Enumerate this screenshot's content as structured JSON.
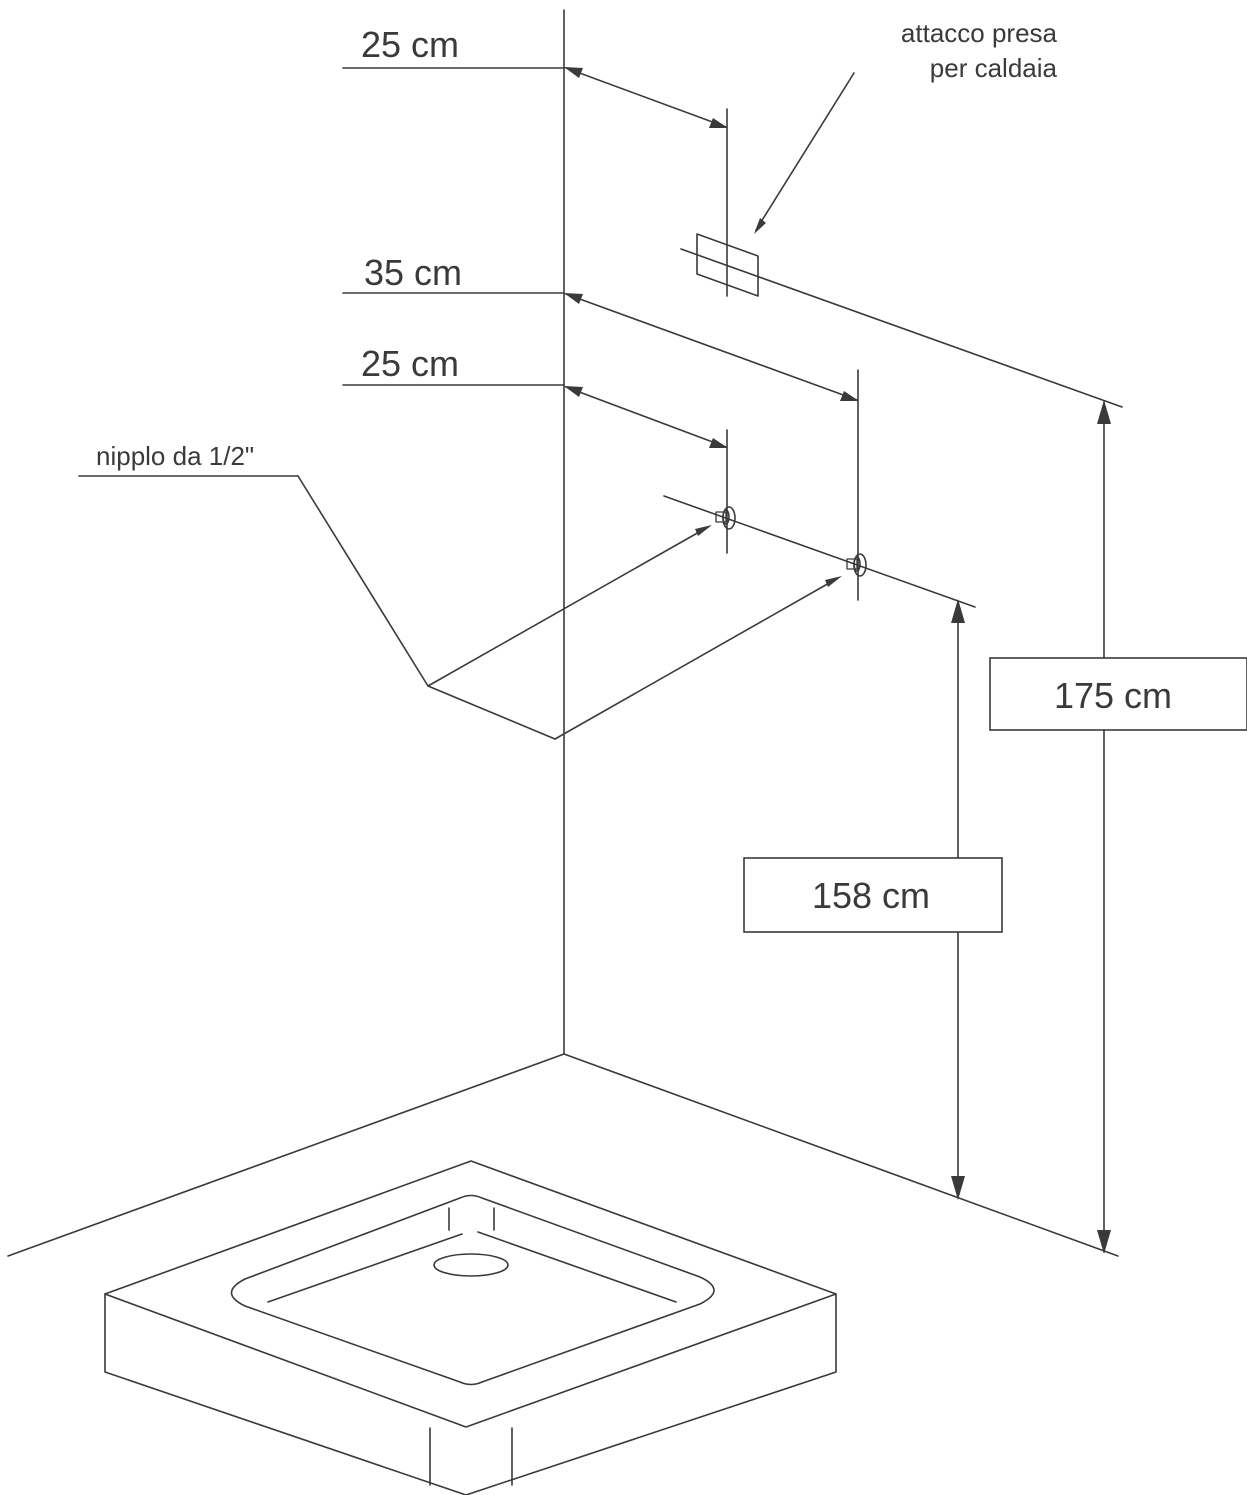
{
  "dimensions": {
    "boiler_offset": "25 cm",
    "right_nipple_offset": "35 cm",
    "left_nipple_offset": "25 cm",
    "boiler_height": "175 cm",
    "nipple_height": "158 cm"
  },
  "callouts": {
    "boiler_line1": "attacco presa",
    "boiler_line2": "per caldaia",
    "nipple": "nipplo da 1/2\""
  },
  "colors": {
    "line": "#3a3a3a",
    "background": "#ffffff"
  }
}
